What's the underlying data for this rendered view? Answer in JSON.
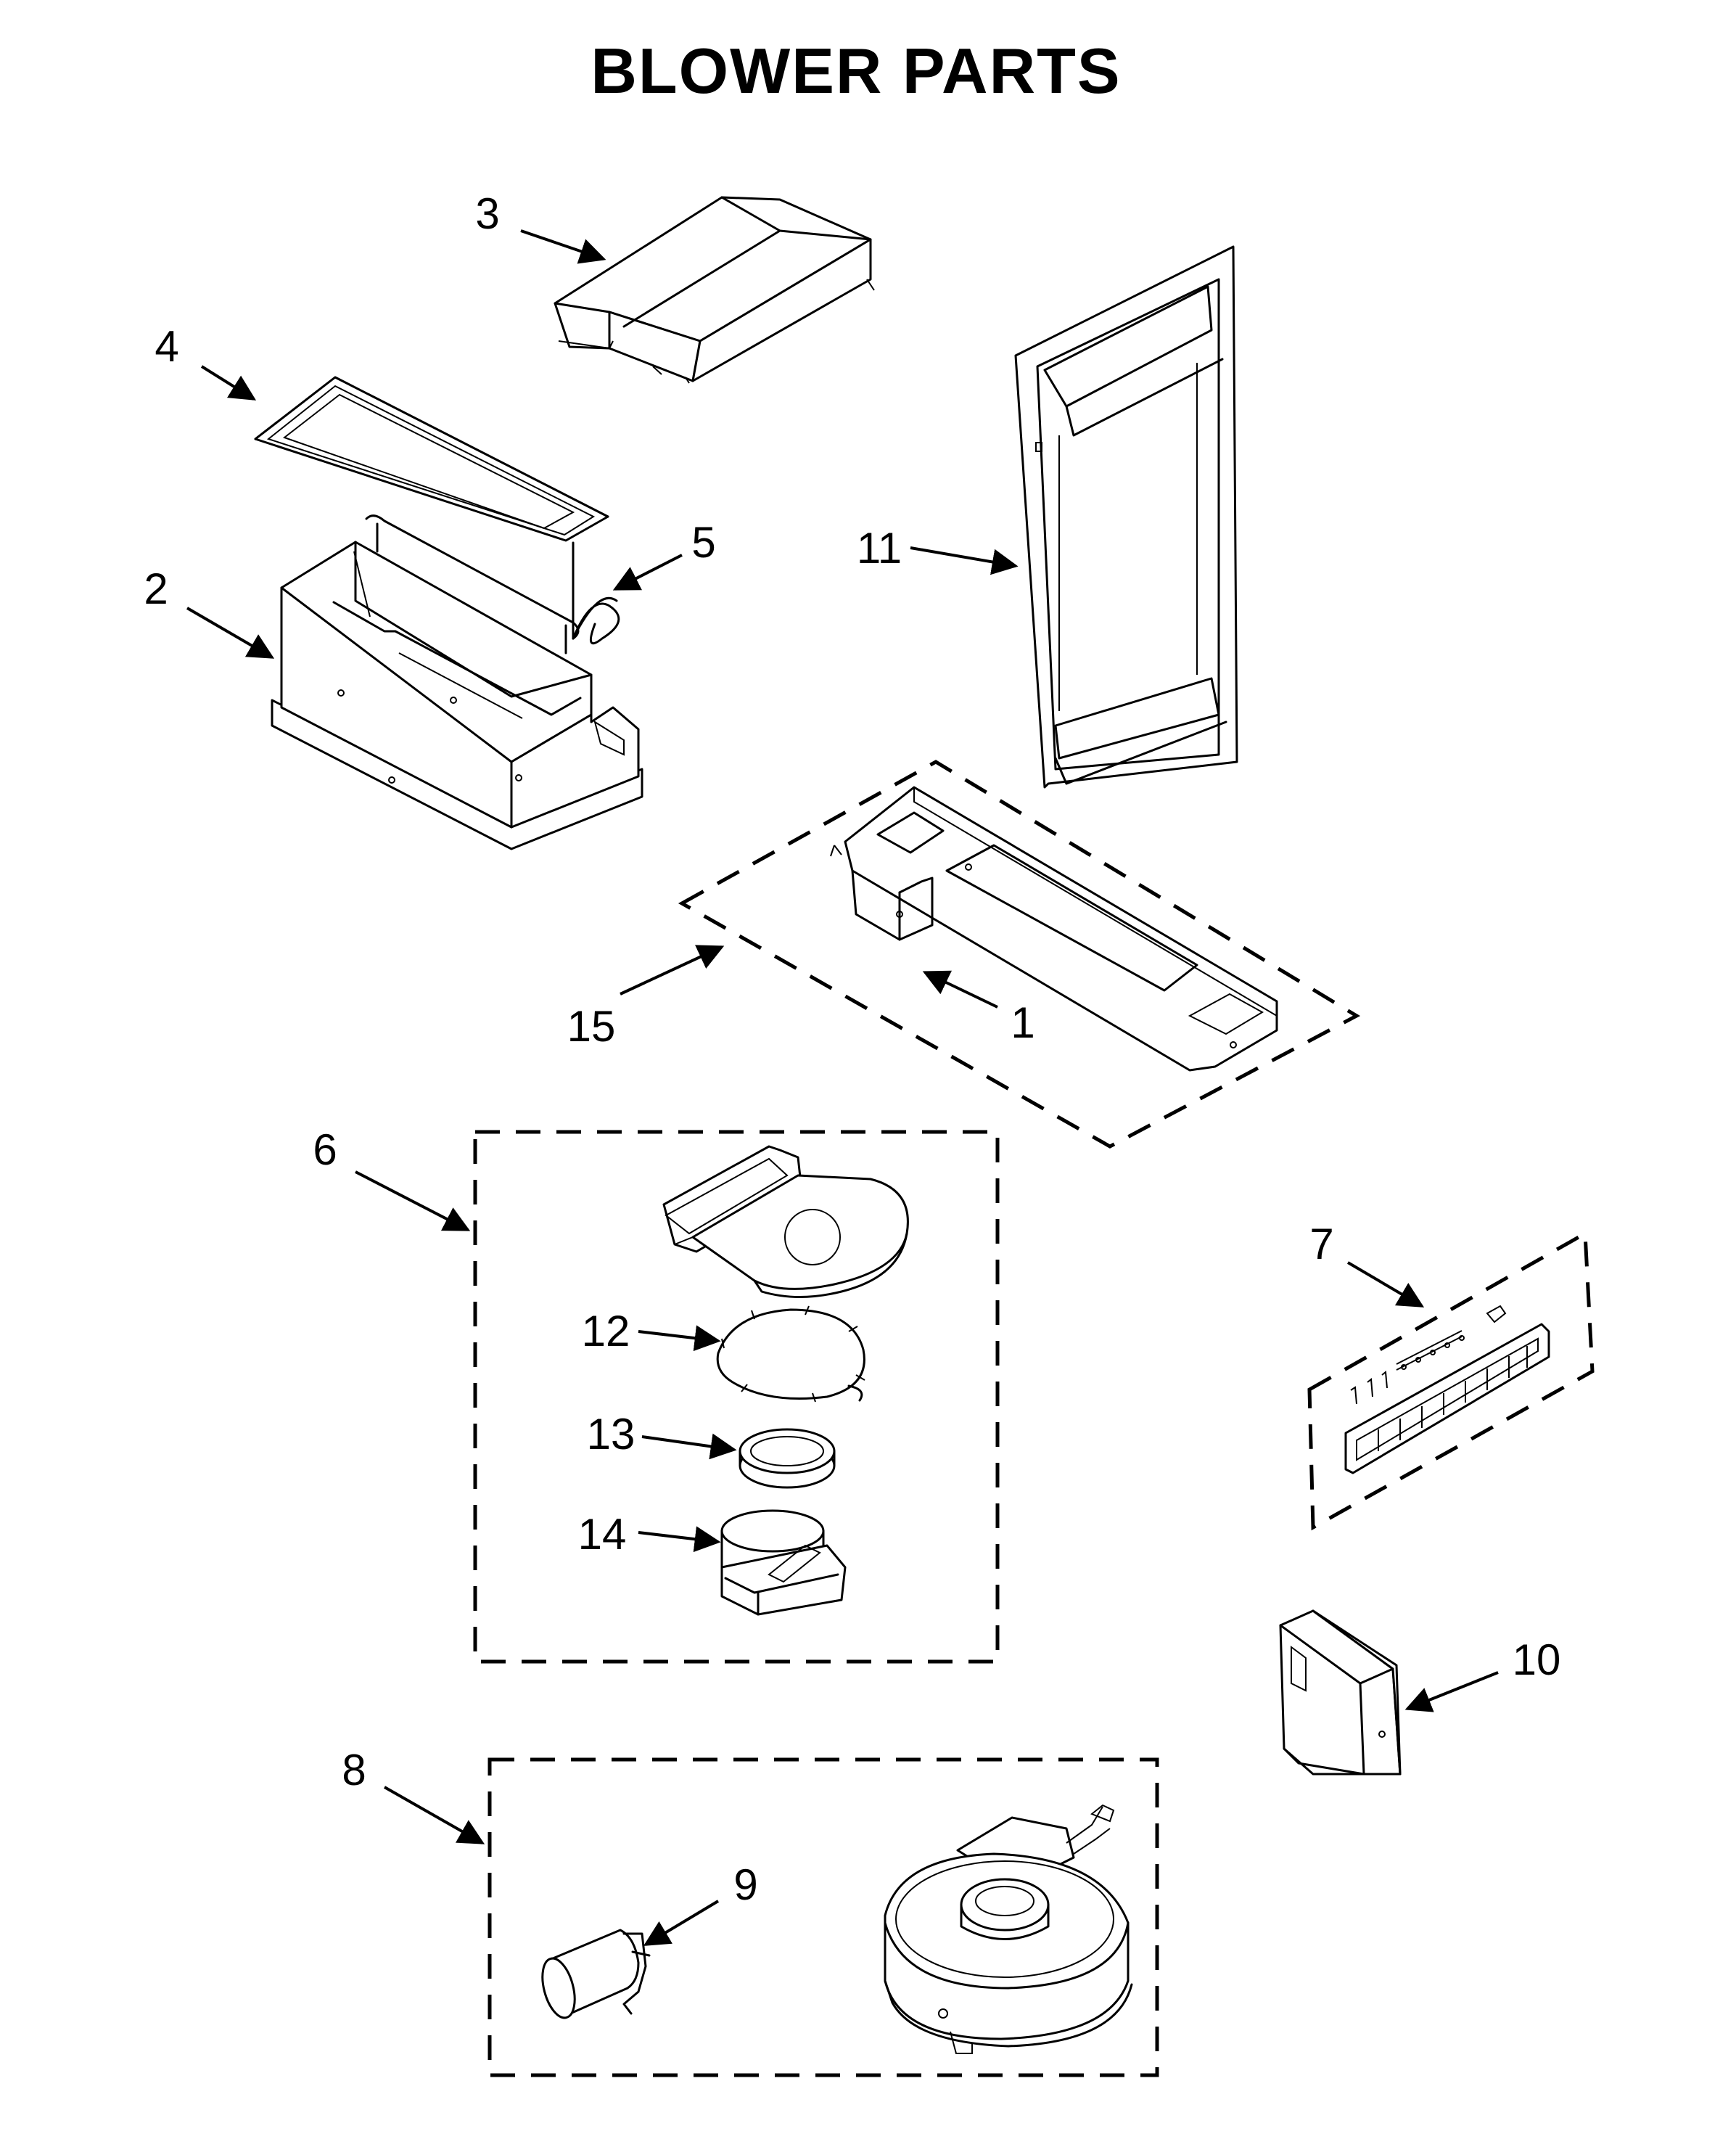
{
  "title": "BLOWER PARTS",
  "callouts": [
    "1",
    "2",
    "3",
    "4",
    "5",
    "6",
    "7",
    "8",
    "9",
    "10",
    "11",
    "12",
    "13",
    "14",
    "15"
  ]
}
